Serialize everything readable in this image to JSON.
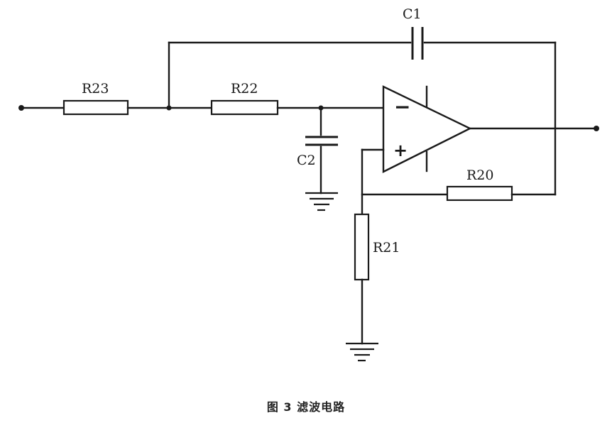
{
  "figure": {
    "caption": "图 3  滤波电路"
  },
  "components": {
    "r23": "R23",
    "r22": "R22",
    "r20": "R20",
    "r21": "R21",
    "c1": "C1",
    "c2": "C2"
  },
  "opamp": {
    "inverting": "−",
    "non_inverting": "+"
  }
}
